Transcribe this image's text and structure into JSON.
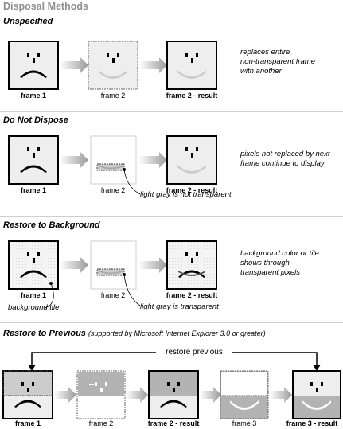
{
  "title": "Disposal Methods",
  "sections": {
    "unspecified": {
      "heading": "Unspecified",
      "labels": [
        "frame 1",
        "frame 2",
        "frame 2 - result"
      ],
      "description": [
        "replaces entire",
        "non-transparent frame",
        "with another"
      ]
    },
    "do_not_dispose": {
      "heading": "Do Not Dispose",
      "labels": [
        "frame 1",
        "frame 2",
        "frame 2 - result"
      ],
      "description": [
        "pixels not replaced by next",
        "frame continue to display"
      ],
      "callout": "light gray is not transparent"
    },
    "restore_background": {
      "heading": "Restore to Background",
      "labels": [
        "frame 1",
        "frame 2",
        "frame 2 - result"
      ],
      "description": [
        "background color or tile",
        "shows through",
        "transparent pixels"
      ],
      "callout_tile": "background tile",
      "callout_gray": "light gray is transparent"
    },
    "restore_previous": {
      "heading": "Restore to Previous",
      "note": "(supported by Microsoft Internet Explorer 3.0 or greater)",
      "arrow_label": "restore previous",
      "labels": [
        "frame 1",
        "frame 2",
        "frame 2 - result",
        "frame 3",
        "frame 3 - result"
      ]
    }
  },
  "colors": {
    "ink": "#000000",
    "light_gray": "#cccccc",
    "mid_gray": "#b3b3b3",
    "box_fill": "#eeeeee",
    "title_gray": "#8f8f8f"
  }
}
